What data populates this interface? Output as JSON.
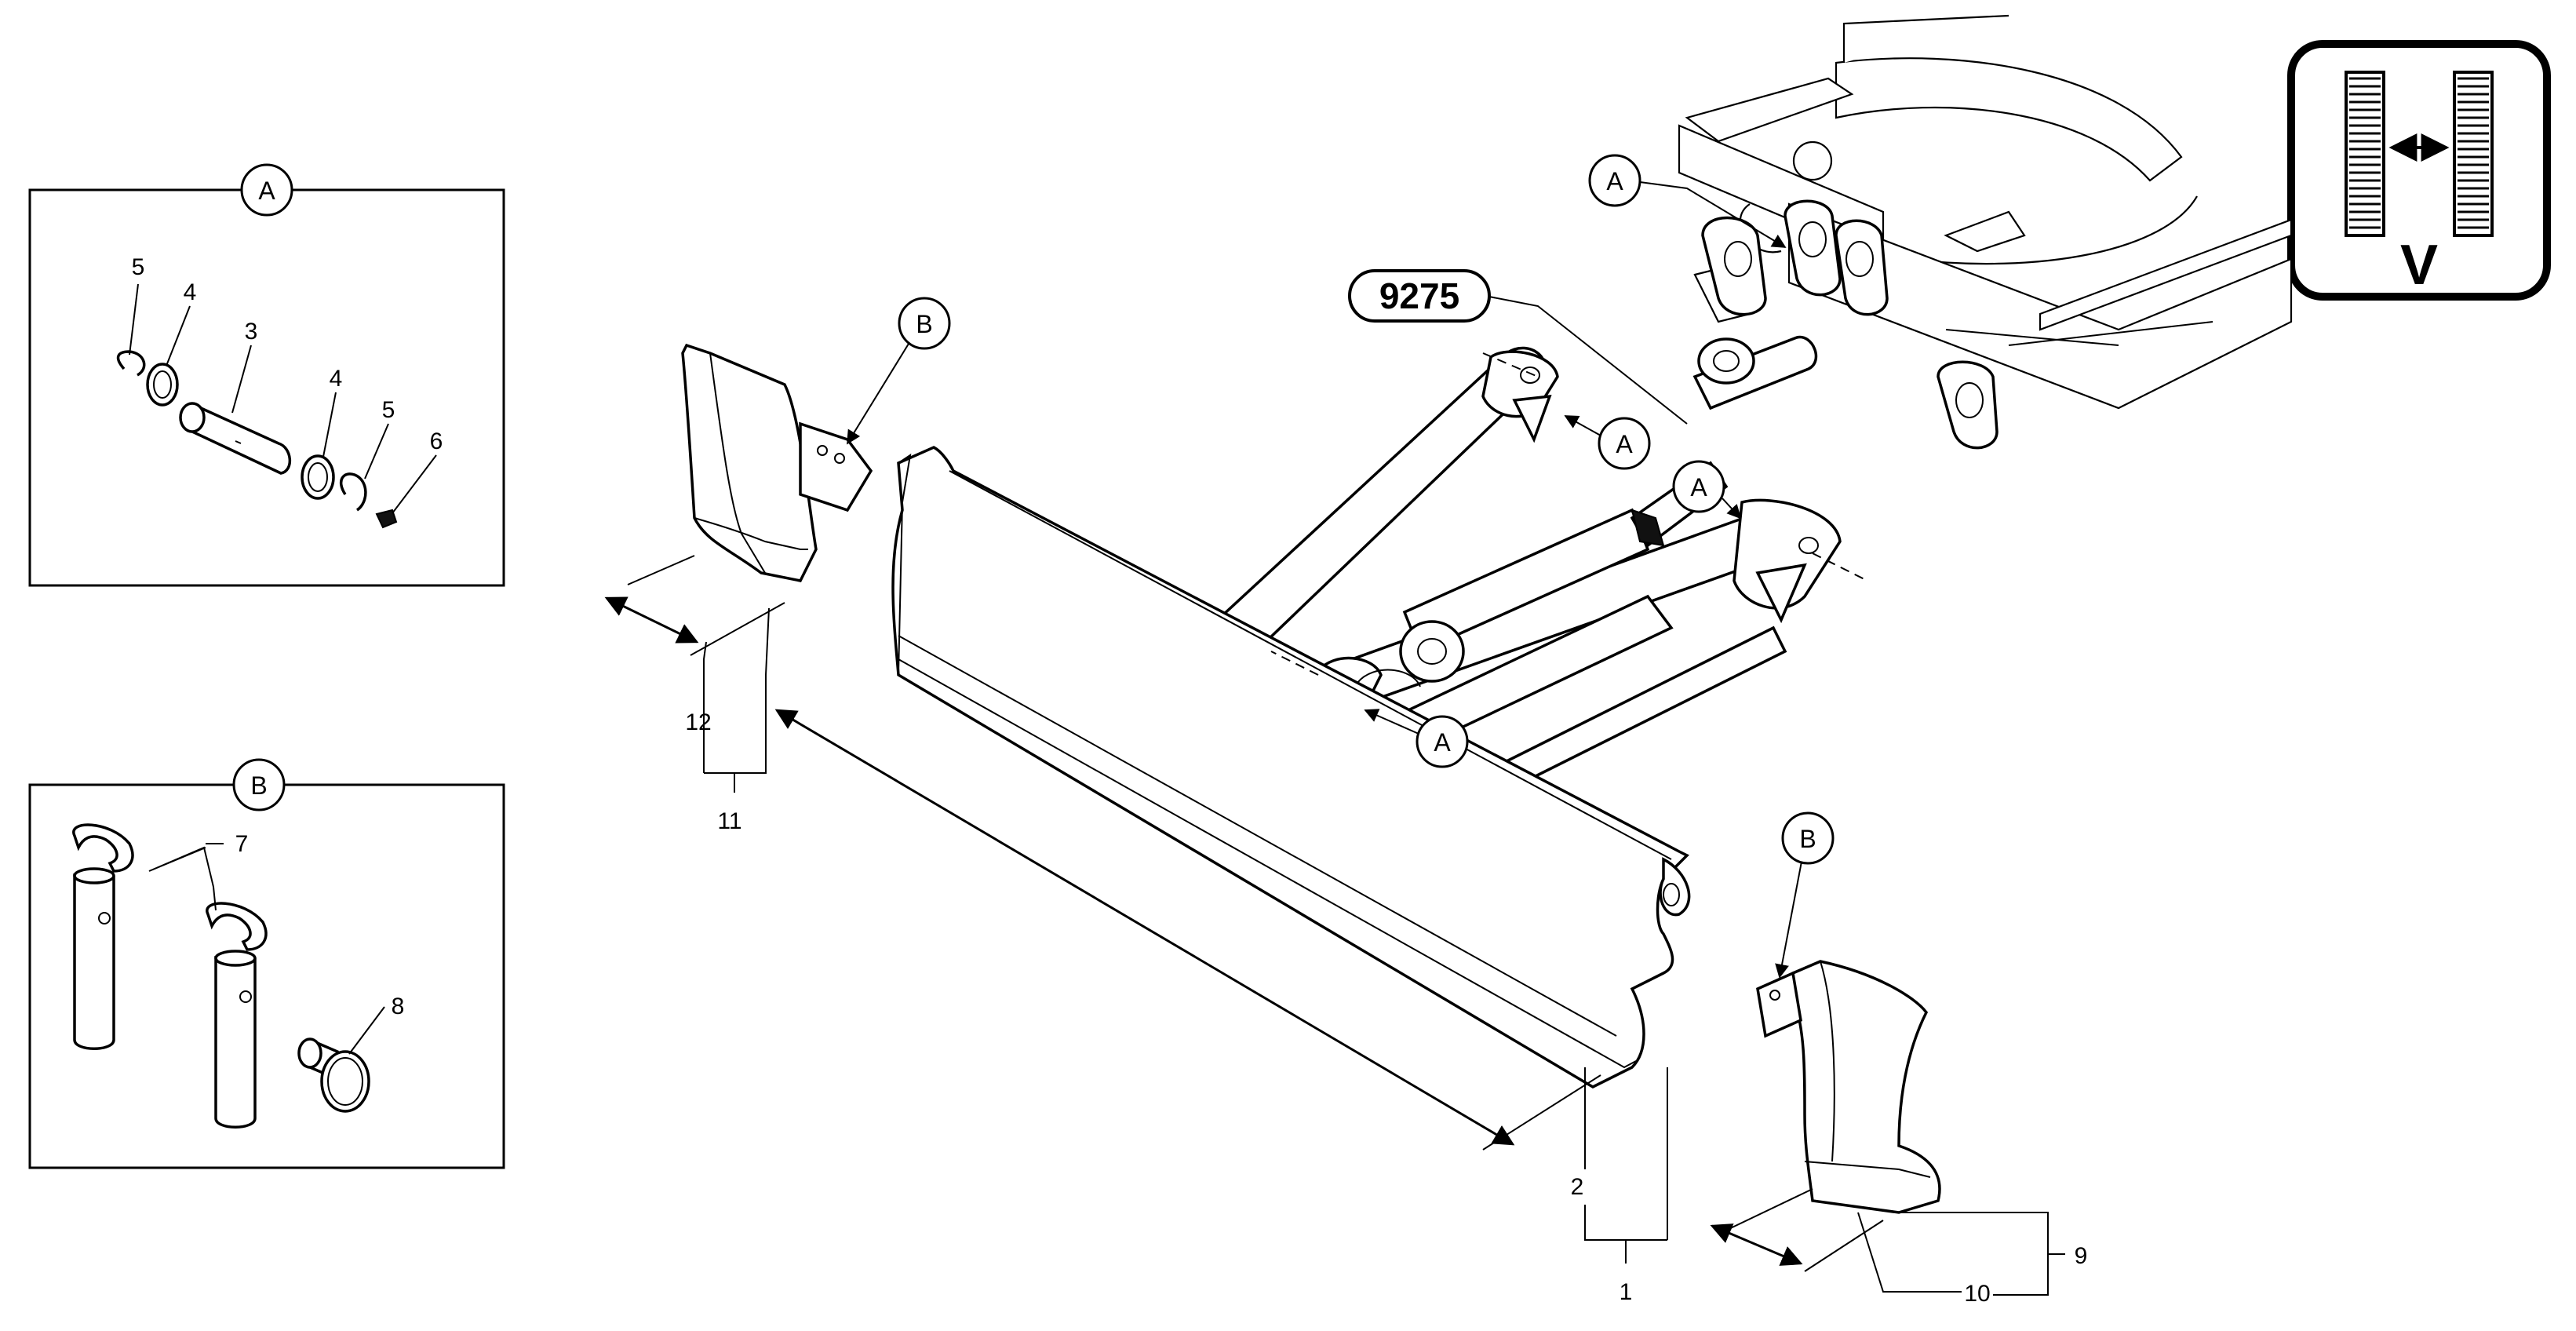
{
  "diagram": {
    "reference_code": "9275",
    "view_badge": {
      "letter": "V"
    },
    "detail_a": {
      "tag": "A",
      "labels": {
        "retaining_ring_left": "5",
        "washer_left": "4",
        "pin": "3",
        "washer_right": "4",
        "retaining_ring_right": "5",
        "grease_fitting": "6"
      }
    },
    "detail_b": {
      "tag": "B",
      "labels": {
        "lock_pin": "7",
        "clip": "8"
      }
    },
    "main": {
      "tags": {
        "a1": "A",
        "a2": "A",
        "a3": "A",
        "a4": "A",
        "b1": "B",
        "b2": "B"
      },
      "labels": {
        "blade_assembly": "1",
        "cutting_edge": "2",
        "end_bit_left": "11",
        "end_bit_left_inner": "12",
        "end_bit_right": "9",
        "end_bit_right_inner": "10"
      }
    }
  }
}
